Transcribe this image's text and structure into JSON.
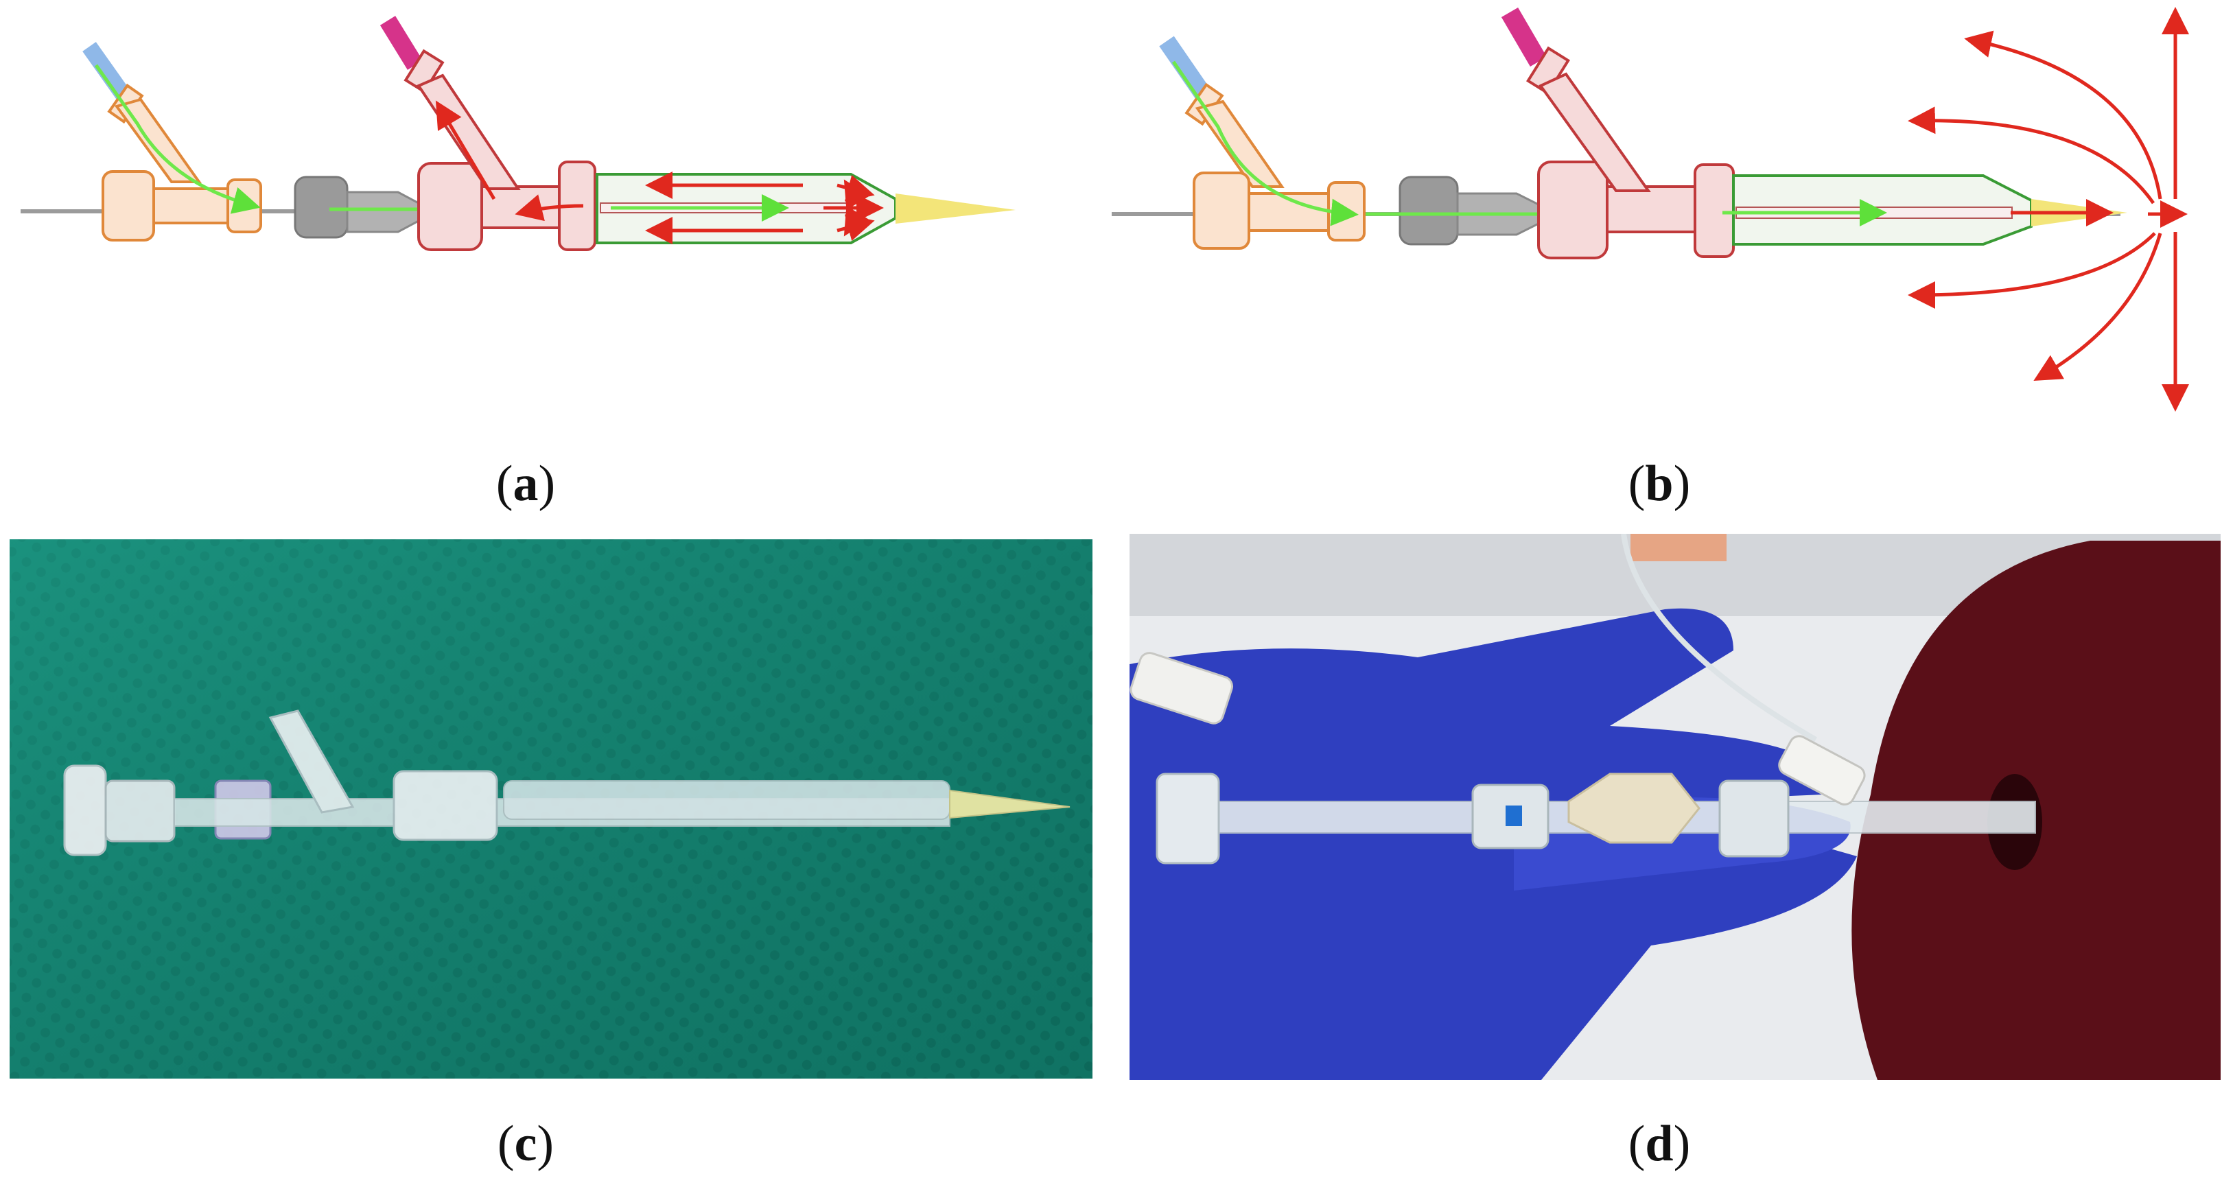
{
  "figure": {
    "panels": [
      {
        "id": "a",
        "label": "a"
      },
      {
        "id": "b",
        "label": "b"
      },
      {
        "id": "c",
        "label": "c"
      },
      {
        "id": "d",
        "label": "d"
      }
    ]
  },
  "colors": {
    "outline_orange": "#e0883a",
    "fill_orange": "#fbe3cf",
    "outline_red": "#c0393b",
    "fill_pink": "#f6dada",
    "grey_connector": "#9a9a9a",
    "green_flow": "#6ee84a",
    "red_flow": "#e0281e",
    "blue_tube": "#8fb8e8",
    "magenta_tube": "#d6338a",
    "yellow_tip": "#f3e579",
    "green_outline": "#3a9b35",
    "drape_green": "#11806e",
    "glove_blue": "#2f3fbf",
    "liver_red": "#5a0f18"
  }
}
